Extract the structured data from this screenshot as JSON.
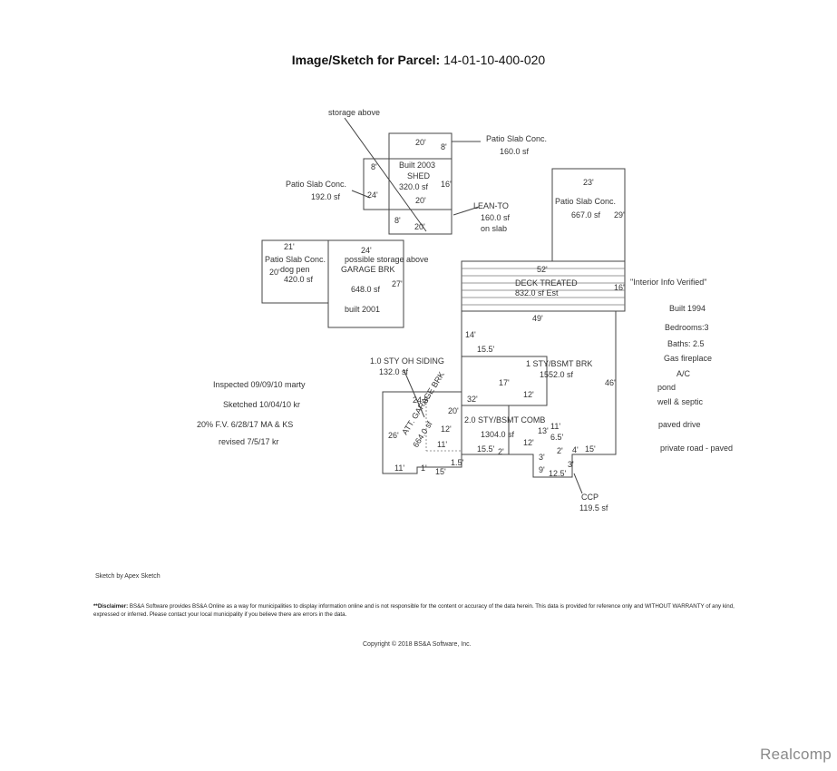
{
  "title": {
    "prefix": "Image/Sketch for Parcel:",
    "parcel": "14-01-10-400-020"
  },
  "drawing": {
    "storage_above": "storage above",
    "shed": {
      "top_dim": "20'",
      "dim_8a": "8'",
      "dim_8b": "8'",
      "built": "Built 2003",
      "name": "SHED",
      "area": "320.0 sf",
      "dim_16": "16'",
      "dim_20": "20'"
    },
    "patio_top": {
      "name": "Patio Slab Conc.",
      "area": "160.0 sf"
    },
    "patio_left": {
      "name": "Patio Slab Conc.",
      "area": "192.0 sf",
      "dim_24": "24'"
    },
    "lean_to": {
      "name": "LEAN-TO",
      "area": "160.0 sf",
      "note": "on slab",
      "dim_8": "8'",
      "dim_20": "20'"
    },
    "patio_right": {
      "dim_23": "23'",
      "name": "Patio Slab Conc.",
      "area": "667.0 sf",
      "dim_29": "29'"
    },
    "dog_pen": {
      "dim_21": "21'",
      "name": "Patio Slab Conc.",
      "note": "dog pen",
      "area": "420.0 sf",
      "dim_20": "20'"
    },
    "garage": {
      "dim_24": "24'",
      "note": "possible storage above",
      "name": "GARAGE BRK",
      "area": "648.0 sf",
      "dim_27": "27'",
      "built": "built 2001"
    },
    "deck": {
      "dim_52": "52'",
      "name": "DECK TREATED",
      "area": "832.0 sf Est",
      "dim_16": "16'"
    },
    "house": {
      "dim_49": "49'",
      "dim_14": "14'",
      "dim_15_5a": "15.5'",
      "name": "1 STY/BSMT BRK",
      "area": "1552.0 sf",
      "dim_17": "17'",
      "dim_12a": "12'",
      "dim_46": "46'",
      "dim_32": "32'",
      "two_story": "2.0 STY/BSMT COMB",
      "two_story_area": "1304.0 sf",
      "dim_13": "13'",
      "dim_11a": "11'",
      "dim_6_5": "6.5'",
      "dim_12b": "12'",
      "dim_15_5b": "15.5'",
      "dim_2a": "2'",
      "dim_3a": "3'",
      "dim_2b": "2'",
      "dim_4": "4'",
      "dim_15": "15'",
      "dim_9": "9'",
      "dim_3b": "3'",
      "dim_12_5": "12.5'"
    },
    "att_garage": {
      "siding": "1.0 STY OH SIDING",
      "siding_area": "132.0 sf",
      "dim_24_5": "24.5'",
      "name": "ATT. GARAGE BRK",
      "area": "664.0 sf",
      "dim_20": "20'",
      "dim_12": "12'",
      "dim_26": "26'",
      "dim_11a": "11'",
      "dim_11b": "11'",
      "dim_1": "1'",
      "dim_15": "15'",
      "dim_1_5": "1.5'"
    },
    "ccp": {
      "name": "CCP",
      "area": "119.5 sf"
    }
  },
  "info": {
    "interior": "\"Interior Info Verified\"",
    "built": "Built 1994",
    "bedrooms": "Bedrooms:3",
    "baths": "Baths: 2.5",
    "fireplace": "Gas fireplace",
    "ac": "A/C",
    "pond": "pond",
    "well": "well & septic",
    "drive": "paved drive",
    "road": "private road - paved"
  },
  "notes": {
    "inspected": "Inspected 09/09/10 marty",
    "sketched": "Sketched 10/04/10 kr",
    "fv": "20% F.V. 6/28/17 MA & KS",
    "revised": "revised 7/5/17 kr"
  },
  "footer": {
    "sketch_by": "Sketch by Apex Sketch",
    "disclaimer_label": "**Disclaimer:",
    "disclaimer": "BS&A Software provides BS&A Online as a way for municipalities to display information online and is not responsible for the content or accuracy of the data herein. This data is provided for reference only and WITHOUT WARRANTY of any kind, expressed or inferred. Please contact your local municipality if you believe there are errors in the data.",
    "copyright": "Copyright © 2018 BS&A Software, Inc."
  },
  "watermark": "Realcomp"
}
